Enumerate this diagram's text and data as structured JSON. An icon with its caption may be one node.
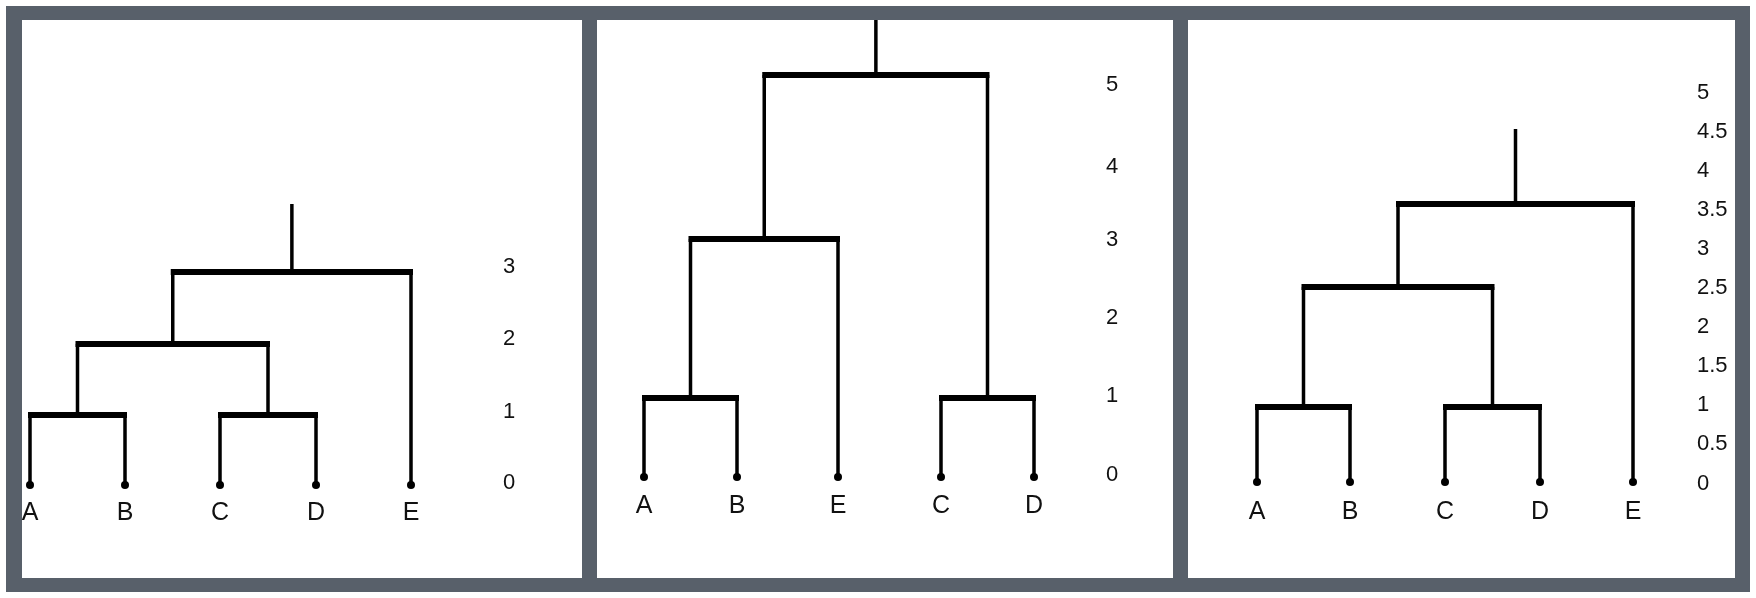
{
  "diagram": {
    "labels": [
      "A",
      "B",
      "C",
      "D",
      "E",
      "3",
      "2",
      "1",
      "0",
      "A",
      "B",
      "E",
      "C",
      "D",
      "5",
      "4",
      "3",
      "2",
      "1",
      "0",
      "A",
      "B",
      "C",
      "D",
      "E",
      "5",
      "4.5",
      "4",
      "3.5",
      "3",
      "2.5",
      "2",
      "1.5",
      "1",
      "0.5",
      "0"
    ]
  }
}
